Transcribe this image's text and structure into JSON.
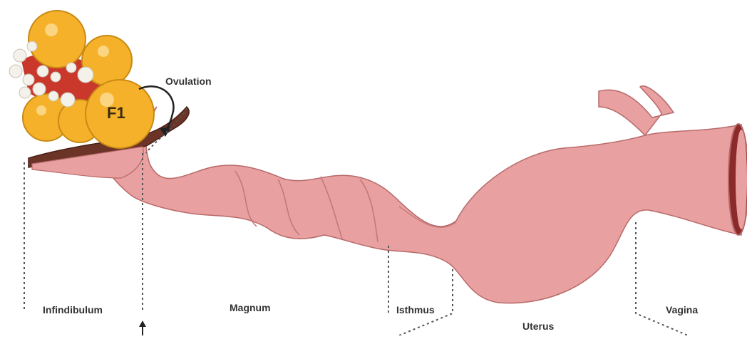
{
  "labels": {
    "ovulation": "Ovulation",
    "follicle": "F1",
    "infundibulum": "Infindibulum",
    "magnum": "Magnum",
    "isthmus": "Isthmus",
    "uterus": "Uterus",
    "vagina": "Vagina"
  },
  "colors": {
    "oviduct": "#e8a0a0",
    "oviduct_outline": "#b86a6a",
    "follicle_yolk": "#f5b12a",
    "follicle_outline": "#c98a14",
    "stroma": "#c9382b",
    "small_follicle": "#f4f1ea",
    "funnel_rim": "#6b3427",
    "leader_line": "#555555"
  },
  "icons": [
    "ovulation-arrow-icon",
    "pointer-arrow-icon"
  ]
}
